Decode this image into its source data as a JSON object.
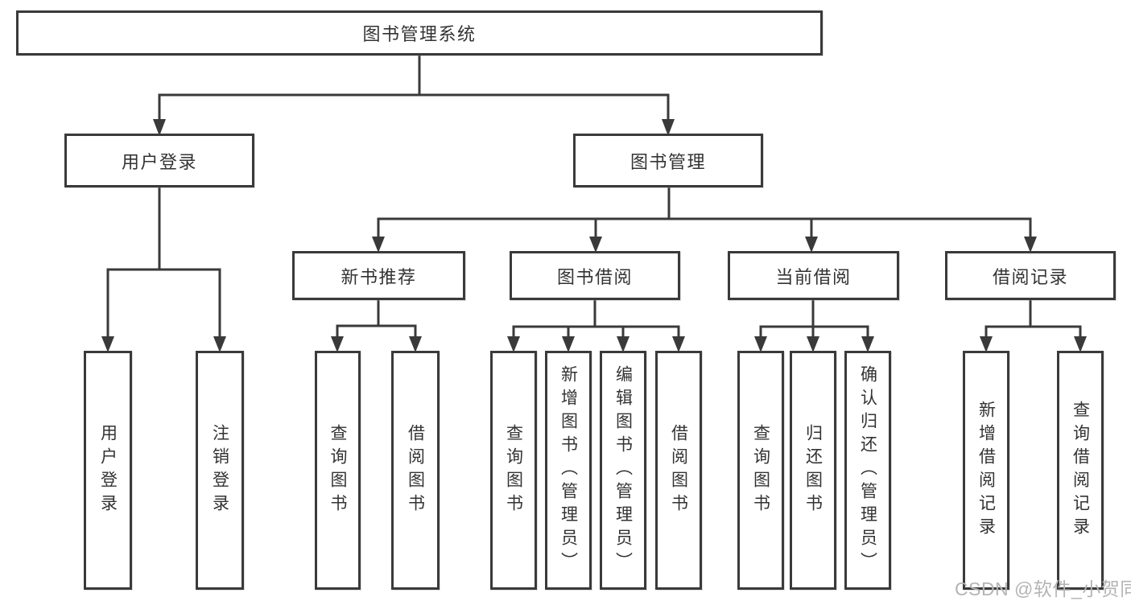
{
  "colors": {
    "line-color": "#3a3a3a",
    "text-color": "#333333",
    "watermark-color": "#b4b4b4",
    "bg-color": "#ffffff"
  },
  "tree": {
    "root": {
      "label": "图书管理系统"
    },
    "level2": [
      {
        "label": "用户登录"
      },
      {
        "label": "图书管理"
      }
    ],
    "level3": [
      {
        "label": "新书推荐",
        "parent": "图书管理"
      },
      {
        "label": "图书借阅",
        "parent": "图书管理"
      },
      {
        "label": "当前借阅",
        "parent": "图书管理"
      },
      {
        "label": "借阅记录",
        "parent": "图书管理"
      }
    ],
    "leaves": [
      {
        "label": "用户登录",
        "parent": "用户登录"
      },
      {
        "label": "注销登录",
        "parent": "用户登录"
      },
      {
        "label": "查询图书",
        "parent": "新书推荐"
      },
      {
        "label": "借阅图书",
        "parent": "新书推荐"
      },
      {
        "label": "查询图书",
        "parent": "图书借阅"
      },
      {
        "label": "新增图书（管理员）",
        "parent": "图书借阅"
      },
      {
        "label": "编辑图书（管理员）",
        "parent": "图书借阅"
      },
      {
        "label": "借阅图书",
        "parent": "图书借阅"
      },
      {
        "label": "查询图书",
        "parent": "当前借阅"
      },
      {
        "label": "归还图书",
        "parent": "当前借阅"
      },
      {
        "label": "确认归还（管理员）",
        "parent": "当前借阅"
      },
      {
        "label": "新增借阅记录",
        "parent": "借阅记录"
      },
      {
        "label": "查询借阅记录",
        "parent": "借阅记录"
      }
    ]
  },
  "watermark": "CSDN @软件_小贺同学"
}
